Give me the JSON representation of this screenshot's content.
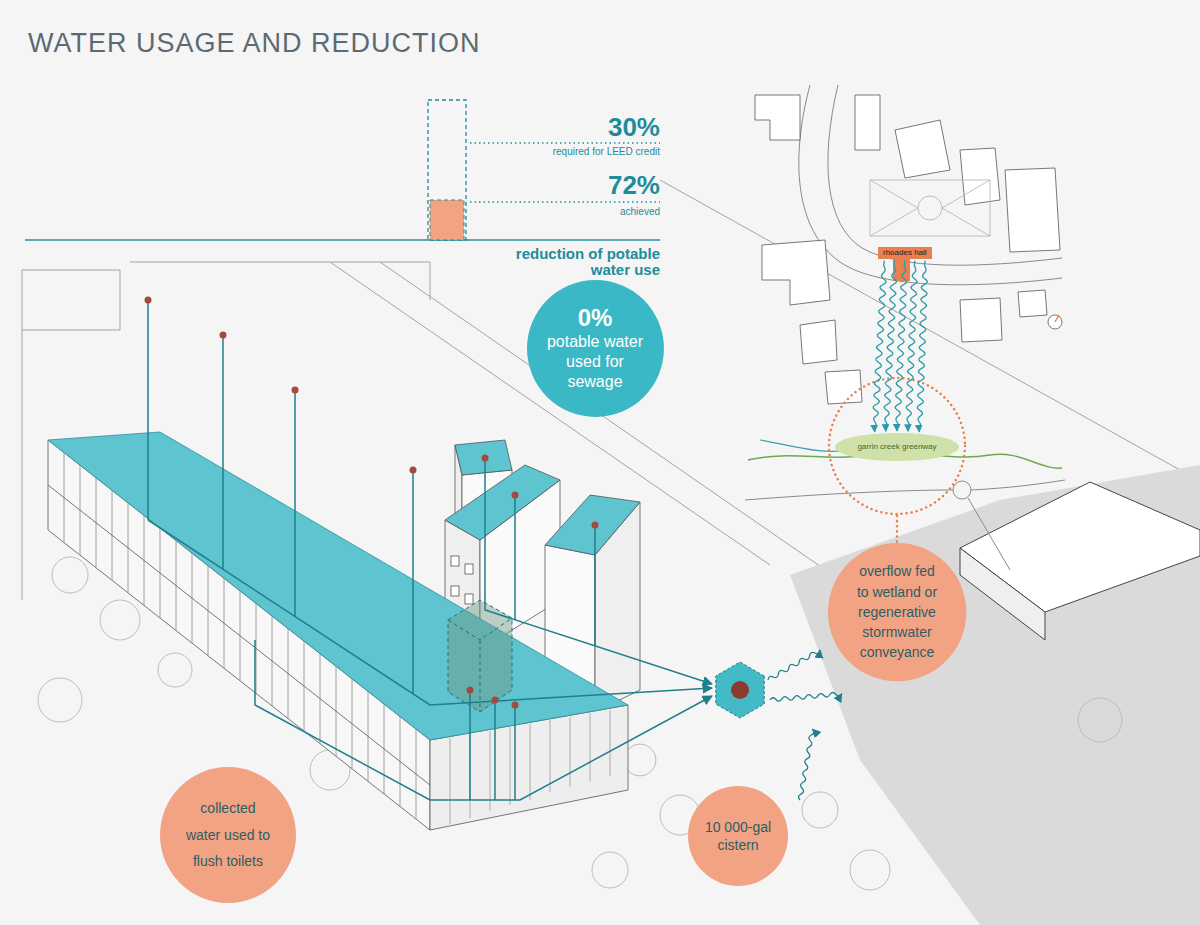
{
  "diagram": {
    "title": "WATER USAGE AND REDUCTION",
    "nodes": [
      {
        "text": [
          "rhoades hall"
        ]
      },
      {
        "text": [
          "0%",
          "potable water used for sewage"
        ]
      },
      {
        "text": [
          "garrin creek greenway"
        ]
      },
      {
        "text": [
          "overflow fed to wetland or regenerative stormwater conveyance"
        ]
      },
      {
        "text": [
          "collected water used to flush toilets"
        ]
      },
      {
        "text": [
          "10 000-gal cistern"
        ]
      }
    ],
    "edges": [
      {
        "from": 0,
        "to": 2,
        "arrow": "to"
      },
      {
        "from": 0,
        "to": 2,
        "arrow": "to"
      },
      {
        "from": 0,
        "to": 2,
        "arrow": "to"
      },
      {
        "from": 0,
        "to": 2,
        "arrow": "to"
      },
      {
        "from": 0,
        "to": 2,
        "arrow": "to"
      }
    ],
    "labels": [
      "30%",
      "required for LEED credit",
      "72%",
      "achieved",
      "reduction of potable water use"
    ]
  }
}
